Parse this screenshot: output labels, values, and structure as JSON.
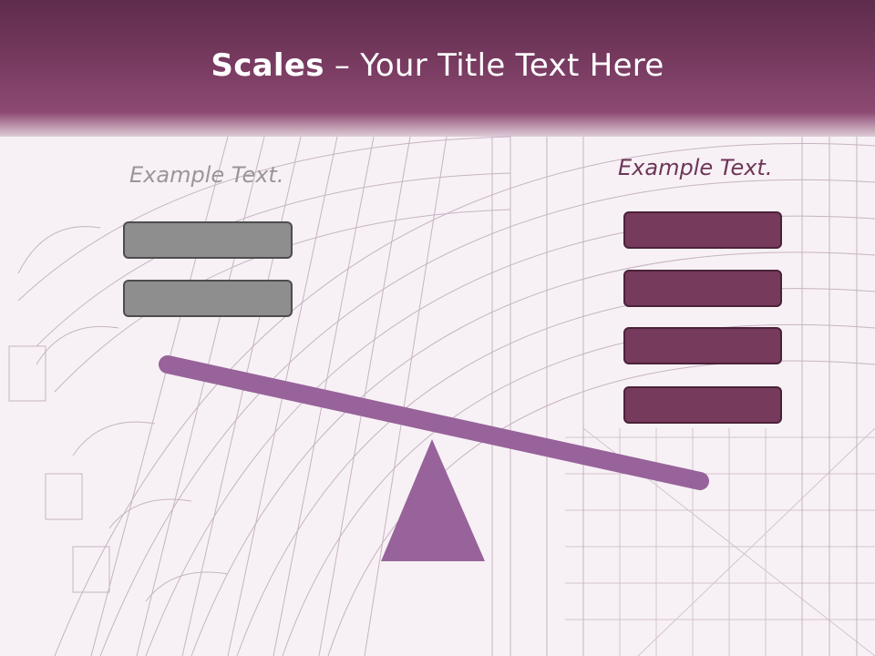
{
  "slide": {
    "title_bold": "Scales",
    "title_rest": " – Your Title Text Here",
    "left_label": "Example Text.",
    "right_label": "Example Text.",
    "left_box_count": 2,
    "right_box_count": 4
  },
  "colors": {
    "header": "#7a3c62",
    "beam": "#97639a",
    "left_boxes": "#8e8e8e",
    "right_boxes": "#763a5c"
  },
  "icons": [
    "wireframe-building-background",
    "seesaw-scale"
  ]
}
